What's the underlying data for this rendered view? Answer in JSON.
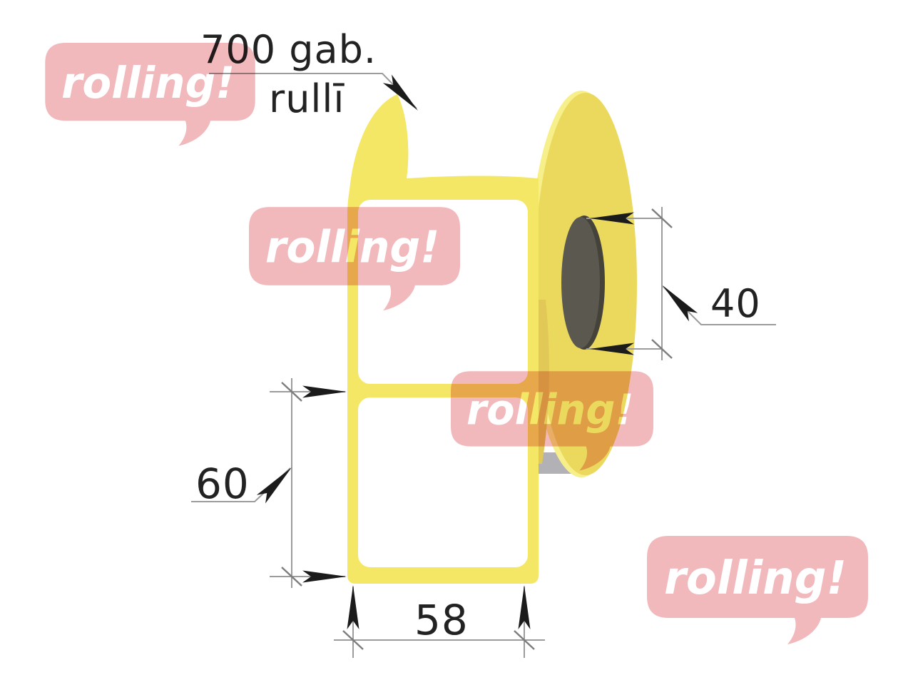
{
  "annotations": {
    "quantity_line1": "700 gab.",
    "quantity_line2": "rullī",
    "core_diameter": "40",
    "label_height": "60",
    "label_width": "58"
  },
  "watermark": {
    "text": "rolling!"
  },
  "colors": {
    "background": "#FFFFFF",
    "liner_yellow": "#F4E765",
    "roll_face": "#EBD95E",
    "roll_highlight": "#F7EF8A",
    "roll_shadow": "#E2C957",
    "core_gray": "#5B5850",
    "core_shadow": "#454239",
    "label_white": "#FFFFFF",
    "backing_gray": "#B1B1B6",
    "dim_line_gray": "#9C9C9C",
    "tick_gray": "#7D7D7D",
    "arrow_black": "#1B1B1B",
    "text_black": "#222222",
    "watermark_pink": "#F2B9BD",
    "watermark_text": "#FFFFFF"
  }
}
